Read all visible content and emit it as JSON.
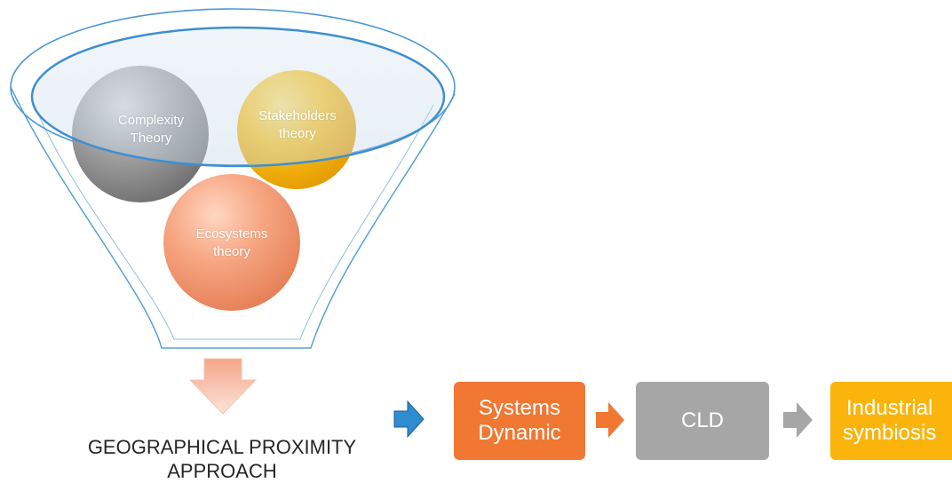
{
  "funnel": {
    "theories": [
      {
        "label": "Complexity\nTheory",
        "color": "#9e9e9e"
      },
      {
        "label": "Stakeholders\ntheory",
        "color": "#fbbf14"
      },
      {
        "label": "Ecosystems\ntheory",
        "color": "#f6a27e"
      }
    ],
    "funnel_color": "#3e8fd0",
    "down_arrow_color": "#f8c3b0"
  },
  "approach_label": "GEOGRAPHICAL PROXIMITY\nAPPROACH",
  "flow": {
    "arrows": [
      {
        "color": "#2e8ccf"
      },
      {
        "color": "#f07833"
      },
      {
        "color": "#a6a6a6"
      }
    ],
    "boxes": [
      {
        "label": "Systems\nDynamic",
        "color": "#f07833"
      },
      {
        "label": "CLD",
        "color": "#a6a6a6"
      },
      {
        "label": "Industrial\nsymbiosis",
        "color": "#fbb40b"
      }
    ]
  }
}
